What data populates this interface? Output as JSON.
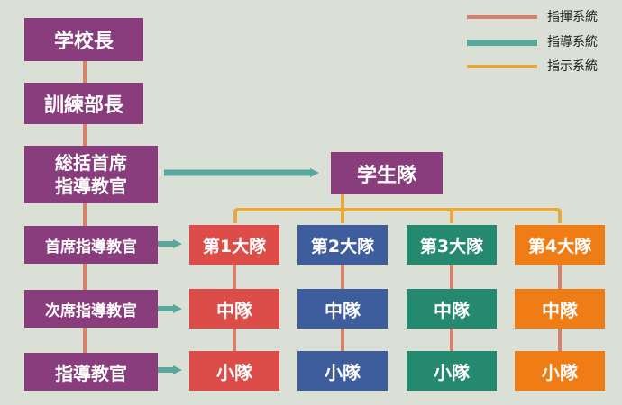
{
  "legend": [
    {
      "label": "指揮系統",
      "color": "#d9806a"
    },
    {
      "label": "指導系統",
      "color": "#5aa79b"
    },
    {
      "label": "指示系統",
      "color": "#e8a93c"
    }
  ],
  "left_column": {
    "principal": "学校長",
    "training_director": "訓練部長",
    "chief_instructor_general_line1": "総括首席",
    "chief_instructor_general_line2": "指導教官",
    "chief_instructor": "首席指導教官",
    "deputy_instructor": "次席指導教官",
    "instructor": "指導教官"
  },
  "student_corps": "学生隊",
  "battalions": [
    {
      "name": "第1大隊",
      "company": "中隊",
      "platoon": "小隊",
      "color": "#dc4d4a"
    },
    {
      "name": "第2大隊",
      "company": "中隊",
      "platoon": "小隊",
      "color": "#3d5d9c"
    },
    {
      "name": "第3大隊",
      "company": "中隊",
      "platoon": "小隊",
      "color": "#25896f"
    },
    {
      "name": "第4大隊",
      "company": "中隊",
      "platoon": "小隊",
      "color": "#f07c16"
    }
  ],
  "colors": {
    "background": "#dbe0d6",
    "node_purple": "#8a3d7c",
    "command_line": "#d9806a",
    "guidance_line": "#5aa79b",
    "instruction_line": "#e8a93c"
  }
}
